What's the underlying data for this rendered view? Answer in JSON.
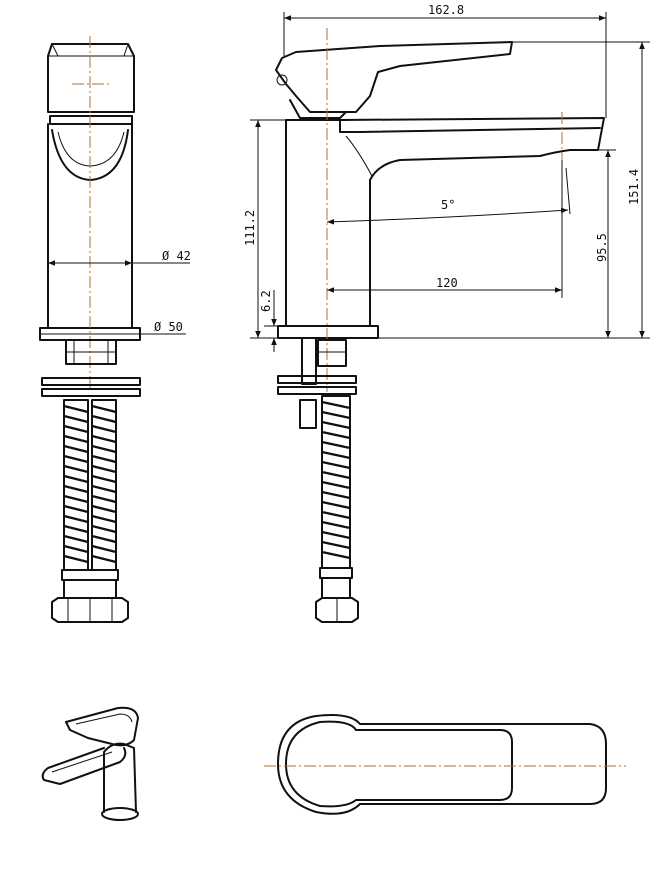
{
  "dimensions": {
    "overall_length": "162.8",
    "overall_height": "151.4",
    "spout_height": "95.5",
    "body_height": "111.2",
    "base_height": "6.2",
    "projection": "120",
    "spout_angle": "5°",
    "body_diameter": "Ø 42",
    "base_diameter": "Ø 50"
  },
  "colors": {
    "line": "#111111",
    "center_line": "#b0703a",
    "background": "#ffffff"
  }
}
